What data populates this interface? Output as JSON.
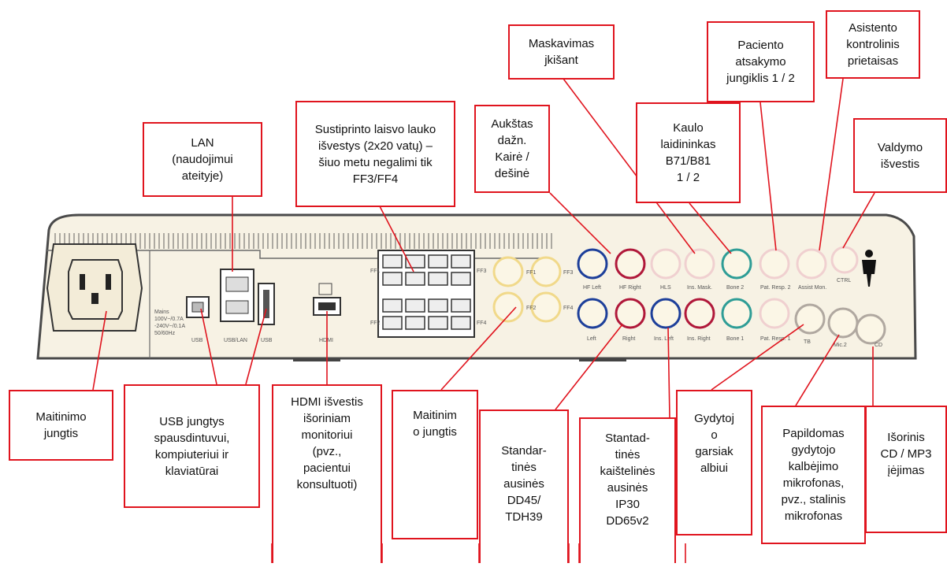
{
  "callouts": {
    "maskavimas": "Maskavimas\njkišant",
    "paciento": "Paciento\natsakymo\njungiklis  1 / 2",
    "asistento": "Asistento\nkontrolinis\nprietaisas",
    "lan": "LAN\n(naudojimui\nateityje)",
    "sustiprinto": "Sustiprinto laisvo lauko\nišvestys (2x20 vatų) –\nšiuo metu negalimi tik\nFF3/FF4",
    "auks": "Aukštas\ndažn.\nKairė /\ndešinė",
    "kaulo": "Kaulo\nlaidininkas\nB71/B81\n1 / 2",
    "valdymo": "Valdymo\nišvestis",
    "maitinimo": "Maitinimo\njungtis",
    "usb": "USB jungtys\nspausdintuvui,\nkompiuteriui ir\nklaviatūrai",
    "hdmi": "HDMI išvestis\nišoriniam\nmonitoriui\n(pvz.,\npacientui\nkonsultuoti)",
    "maitinim2": "Maitinim\no jungtis",
    "standar": "Standar-\ntinės\nausinės\nDD45/\nTDH39",
    "stantad": "Stantad-\ntinės\nkaištelinės\nausinės\nIP30\nDD65v2",
    "gydytoj": "Gydytoj\no\ngarsiak\nalbiui",
    "papildomas": "Papildomas\ngydytojo\nkalbėjimo\nmikrofonas,\npvz., stalinis\nmikrofonas",
    "isorinis": "Išorinis\nCD / MP3\nįėjimas"
  },
  "panel_labels": {
    "mains": "Mains\n100V~/0.7A\n-240V~/0.1A\n50/60Hz",
    "usb1": "USB",
    "usblan": "USB/LAN",
    "usb2": "USB",
    "hdmi": "HDMI",
    "ff1": "FF1",
    "ff2": "FF2",
    "ff3": "FF3",
    "ff4": "FF4",
    "hf_left": "HF Left",
    "hf_right": "HF Right",
    "hls": "HLS",
    "ins_mask": "Ins. Mask.",
    "bone2": "Bone 2",
    "pat_resp2": "Pat. Resp. 2",
    "assist_mon": "Assist Mon.",
    "ctrl": "CTRL",
    "left": "Left",
    "right": "Right",
    "ins_left": "Ins. Left",
    "ins_right": "Ins. Right",
    "bone1": "Bone 1",
    "pat_resp1": "Pat. Resp. 1",
    "tb": "TB",
    "mic2": "Mic.2",
    "cd": "CD"
  },
  "colors": {
    "callout_border": "#e0141e",
    "leader": "#e0141e",
    "panel_fill": "#f7f2e4",
    "ff_ring": "#f1d98a",
    "blue_ring": "#1d3f9a",
    "red_ring": "#b0183a",
    "teal_ring": "#2e9d96",
    "pink_ring": "#f0d0d0",
    "gray_ring": "#b0a8a0"
  }
}
